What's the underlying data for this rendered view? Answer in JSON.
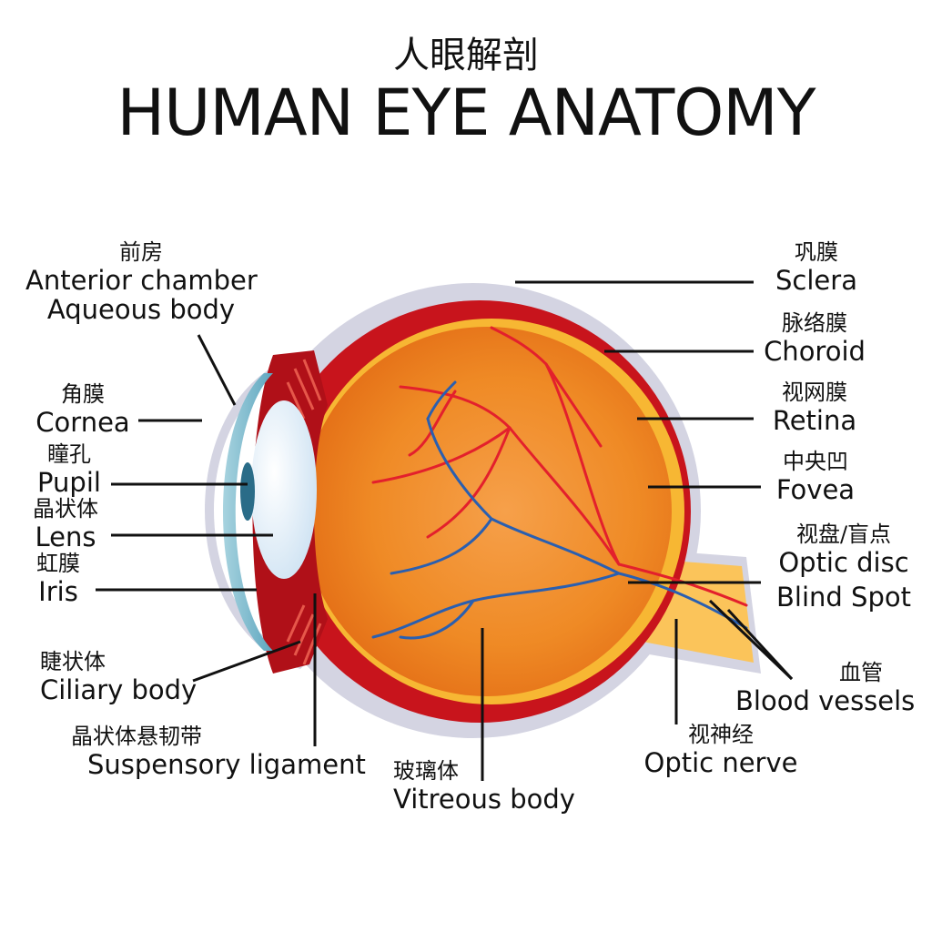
{
  "title": {
    "cn": "人眼解剖",
    "en": "HUMAN EYE ANATOMY"
  },
  "labels": {
    "anterior_chamber": {
      "cn": "前房",
      "en1": "Anterior chamber",
      "en2": "Aqueous body"
    },
    "cornea": {
      "cn": "角膜",
      "en": "Cornea"
    },
    "pupil": {
      "cn": "瞳孔",
      "en": "Pupil"
    },
    "lens": {
      "cn": "晶状体",
      "en": "Lens"
    },
    "iris": {
      "cn": "虹膜",
      "en": "Iris"
    },
    "ciliary_body": {
      "cn": "睫状体",
      "en": "Ciliary body"
    },
    "suspensory_ligament": {
      "cn": "晶状体悬韧带",
      "en": "Suspensory ligament"
    },
    "vitreous_body": {
      "cn": "玻璃体",
      "en": "Vitreous body"
    },
    "optic_nerve": {
      "cn": "视神经",
      "en": "Optic nerve"
    },
    "blood_vessels": {
      "cn": "血管",
      "en": "Blood vessels"
    },
    "sclera": {
      "cn": "巩膜",
      "en": "Sclera"
    },
    "choroid": {
      "cn": "脉络膜",
      "en": "Choroid"
    },
    "retina": {
      "cn": "视网膜",
      "en": "Retina"
    },
    "fovea": {
      "cn": "中央凹",
      "en": "Fovea"
    },
    "optic_disc": {
      "cn": "视盘/盲点",
      "en1": "Optic disc",
      "en2": "Blind Spot"
    }
  },
  "colors": {
    "sclera": "#d4d4e2",
    "choroid": "#c8141c",
    "retina": "#f7b733",
    "vitreous": "#f08a1c",
    "cornea": "#8fc4d4",
    "lens": "#e8f2fb",
    "nerve": "#fbc45a",
    "artery": "#e3202c",
    "vein": "#2a5fb0"
  }
}
